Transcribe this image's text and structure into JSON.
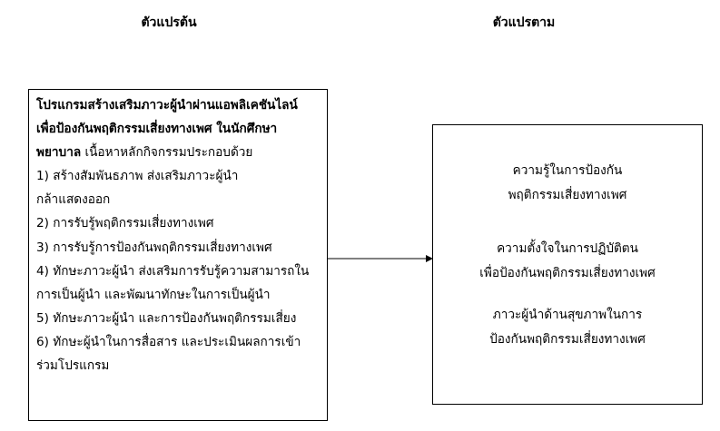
{
  "headers": {
    "independent": "ตัวแปรต้น",
    "dependent": "ตัวแปรตาม"
  },
  "independent_box": {
    "title_lines": [
      "โปรแกรมสร้างเสริมภาวะผู้นำผ่านแอพลิเคชันไลน์",
      "เพื่อป้องกันพฤติกรรมเสี่ยงทางเพศ ในนักศึกษา"
    ],
    "title_end": "พยาบาล",
    "intro": " เนื้อหาหลักกิจกรรมประกอบด้วย",
    "lines": [
      "1) สร้างสัมพันธภาพ  ส่งเสริมภาวะผู้นำ",
      "กล้าแสดงออก",
      "2) การรับรู้พฤติกรรมเสี่ยงทางเพศ",
      "3) การรับรู้การป้องกันพฤติกรรมเสี่ยงทางเพศ",
      "4) ทักษะภาวะผู้นำ ส่งเสริมการรับรู้ความสามารถใน",
      "การเป็นผู้นำ และพัฒนาทักษะในการเป็นผู้นำ",
      "5) ทักษะภาวะผู้นำ และการป้องกันพฤติกรรมเสี่ยง",
      "6) ทักษะผู้นำในการสื่อสาร และประเมินผลการเข้า",
      "ร่วมโปรแกรม"
    ]
  },
  "dependent_box": {
    "variables": [
      {
        "lines": [
          "ความรู้ในการป้องกัน",
          "พฤติกรรมเสี่ยงทางเพศ"
        ]
      },
      {
        "lines": [
          "ความตั้งใจในการปฏิบัติตน",
          "เพื่อป้องกันพฤติกรรมเสี่ยงทางเพศ"
        ]
      },
      {
        "lines": [
          "ภาวะผู้นำด้านสุขภาพในการ",
          "ป้องกันพฤติกรรมเสี่ยงทางเพศ"
        ]
      }
    ]
  }
}
